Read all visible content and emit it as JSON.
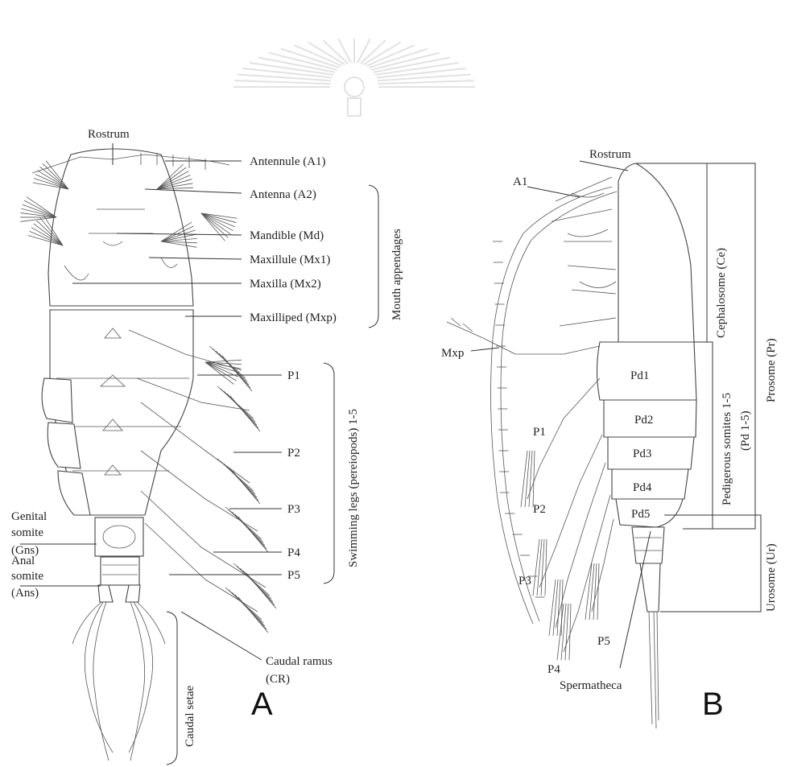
{
  "panel_a": {
    "panel_letter": "A",
    "labels": {
      "rostrum": "Rostrum",
      "antennule": "Antennule (A1)",
      "antenna": "Antenna (A2)",
      "mandible": "Mandible (Md)",
      "maxillule": "Maxillule (Mx1)",
      "maxilla": "Maxilla (Mx2)",
      "maxilliped": "Maxilliped (Mxp)",
      "mouth_appendages": "Mouth appendages",
      "p1": "P1",
      "p2": "P2",
      "p3": "P3",
      "p4": "P4",
      "p5": "P5",
      "swimming_legs": "Swimming legs (pereiopods) 1-5",
      "genital_line1": "Genital",
      "genital_line2": "somite",
      "genital_line3": "(Gns)",
      "anal_line1": "Anal",
      "anal_line2": "somite",
      "anal_line3": "(Ans)",
      "caudal_ramus_line1": "Caudal ramus",
      "caudal_ramus_line2": "(CR)",
      "caudal_setae": "Caudal setae"
    }
  },
  "panel_b": {
    "panel_letter": "B",
    "labels": {
      "rostrum": "Rostrum",
      "a1": "A1",
      "mxp": "Mxp",
      "p1": "P1",
      "p2": "P2",
      "p3": "P3",
      "p4": "P4",
      "p5": "P5",
      "pd1": "Pd1",
      "pd2": "Pd2",
      "pd3": "Pd3",
      "pd4": "Pd4",
      "pd5": "Pd5",
      "cephalosome": "Cephalosome (Ce)",
      "pedigerous_line1": "Pedigerous somites 1-5",
      "pedigerous_line2": "(Pd 1-5)",
      "prosome": "Prosome (Pr)",
      "urosome": "Urosome (Ur)",
      "spermatheca": "Spermatheca"
    }
  },
  "colors": {
    "ink": "#222222",
    "watermark": "#e2e2e2",
    "background": "#ffffff"
  }
}
